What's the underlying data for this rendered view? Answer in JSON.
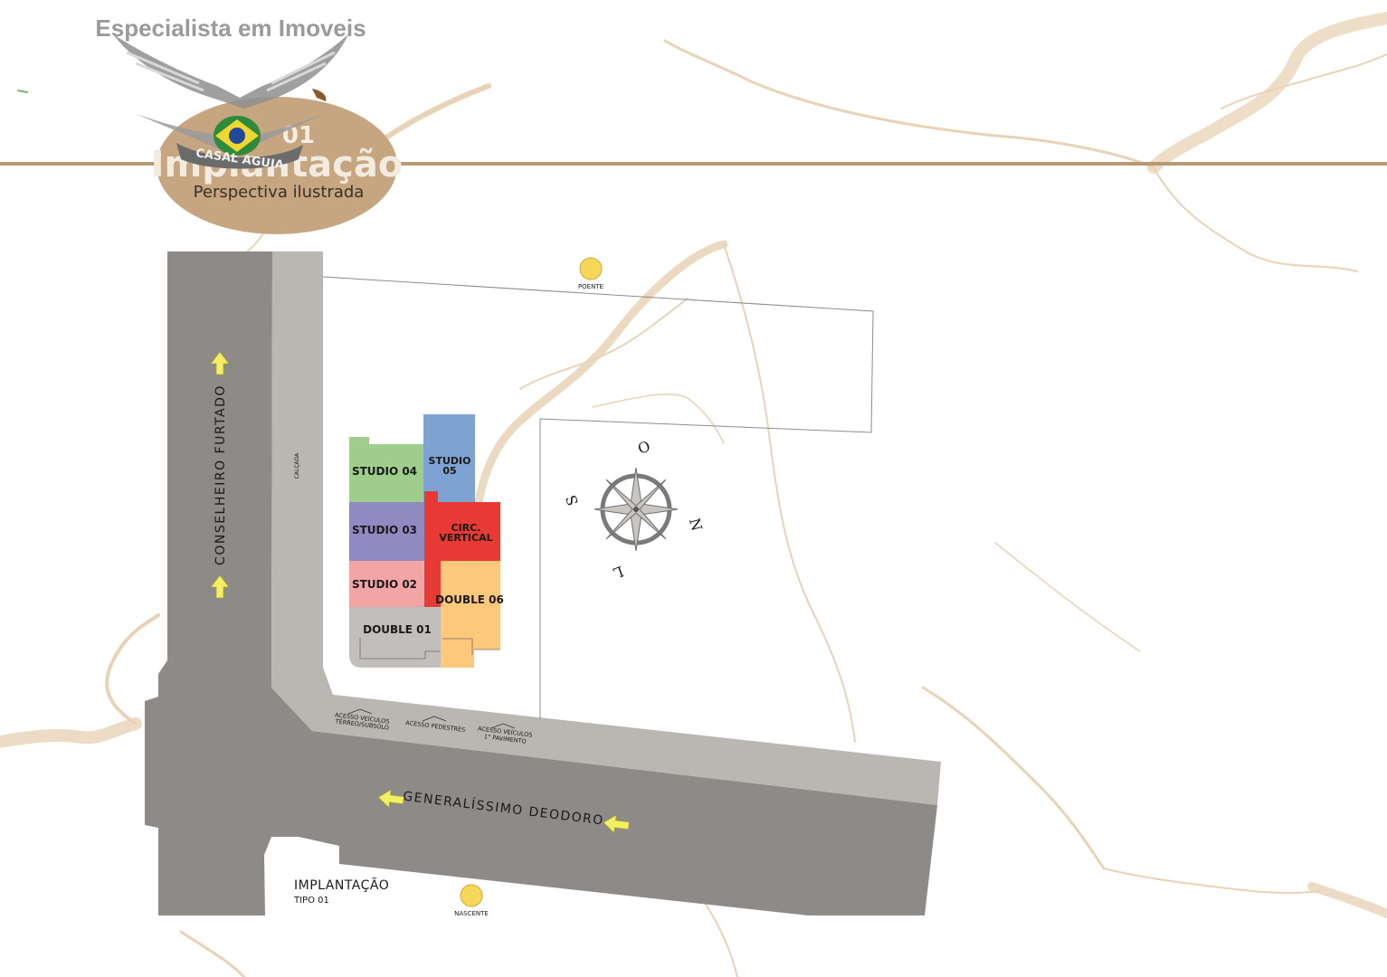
{
  "watermark": {
    "tagline": "Especialista em Imoveis",
    "badge_text": "CASAL AGUIA"
  },
  "header": {
    "number": "01",
    "title": "Implantação",
    "subtitle": "Perspectiva ilustrada"
  },
  "streets": {
    "vertical": "CONSELHEIRO FURTADO",
    "horizontal": "GENERALÍSSIMO DEODORO",
    "sidewalk": "CALÇADA"
  },
  "sun": {
    "west": "POENTE",
    "east": "NASCENTE"
  },
  "units": {
    "studio_04": "STUDIO 04",
    "studio_05": "STUDIO 05",
    "studio_03": "STUDIO 03",
    "circ_vertical": "CIRC. VERTICAL",
    "studio_02": "STUDIO 02",
    "double_06": "DOUBLE 06",
    "double_01": "DOUBLE 01"
  },
  "access": {
    "vehicles_ground": "ACESSO VEÍCULOS TÉRREO/SUBSOLO",
    "pedestrians": "ACESSO PEDESTRES",
    "vehicles_first": "ACESSO VEÍCULOS 1° PAVIMENTO"
  },
  "compass": {
    "north": "N",
    "south": "S",
    "east": "L",
    "west": "O"
  },
  "plan_label": {
    "title": "IMPLANTAÇÃO",
    "subtitle": "TIPO 01"
  },
  "colors": {
    "road": "#8d8a87",
    "sidewalk": "#bab6b2",
    "header_oval": "#c5a680",
    "rule": "#b89a72",
    "marble_vein": "#e8d3b6",
    "studio_04": "#9fce8c",
    "studio_05": "#7ea2d2",
    "studio_03": "#9189c2",
    "circ_vertical": "#e83a35",
    "studio_02": "#f3a4a4",
    "double_06": "#fbc87c",
    "double_01": "#c2bebb",
    "sun": "#f5d85a",
    "arrow": "#f4ee62"
  }
}
